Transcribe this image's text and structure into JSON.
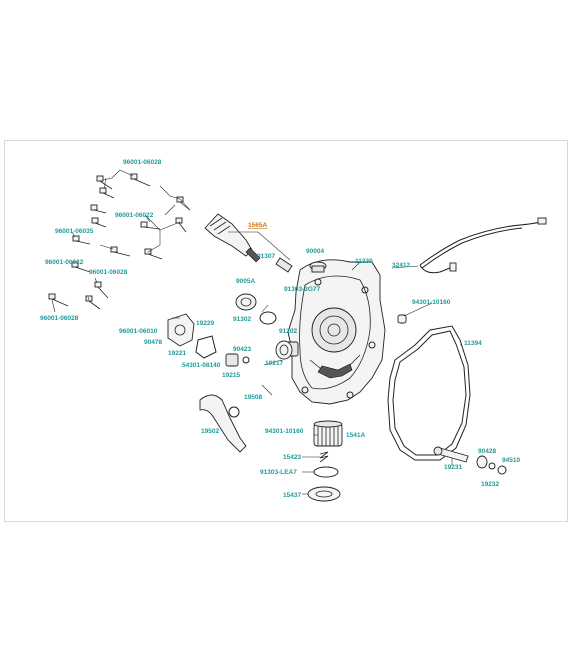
{
  "diagram": {
    "accent_color": "#1f9a9a",
    "highlight_color": "#c8781a",
    "parts": [
      {
        "id": "p1",
        "label": "96001-06028"
      },
      {
        "id": "p2",
        "label": "96001-06022"
      },
      {
        "id": "p3",
        "label": "96001-06035"
      },
      {
        "id": "p4",
        "label": "96001-06022"
      },
      {
        "id": "p5",
        "label": "96001-06028"
      },
      {
        "id": "p6",
        "label": "96001-06028"
      },
      {
        "id": "p7",
        "label": "1565A"
      },
      {
        "id": "p8",
        "label": "91307"
      },
      {
        "id": "p9",
        "label": "90004"
      },
      {
        "id": "p10",
        "label": "91303-3G77"
      },
      {
        "id": "p11",
        "label": "11330"
      },
      {
        "id": "p12",
        "label": "32412"
      },
      {
        "id": "p13",
        "label": "9005A"
      },
      {
        "id": "p14",
        "label": "91302"
      },
      {
        "id": "p15",
        "label": "94301-10160"
      },
      {
        "id": "p16",
        "label": "96001-06010"
      },
      {
        "id": "p17",
        "label": "90478"
      },
      {
        "id": "p18",
        "label": "19229"
      },
      {
        "id": "p19",
        "label": "19221"
      },
      {
        "id": "p20",
        "label": "91202"
      },
      {
        "id": "p21",
        "label": "11394"
      },
      {
        "id": "p22",
        "label": "90423"
      },
      {
        "id": "p23",
        "label": "54301-08140"
      },
      {
        "id": "p24",
        "label": "19215"
      },
      {
        "id": "p25",
        "label": "19217"
      },
      {
        "id": "p26",
        "label": "19508"
      },
      {
        "id": "p27",
        "label": "19502"
      },
      {
        "id": "p28",
        "label": "94301-10160"
      },
      {
        "id": "p29",
        "label": "1541A"
      },
      {
        "id": "p30",
        "label": "15423"
      },
      {
        "id": "p31",
        "label": "91303-LEA7"
      },
      {
        "id": "p32",
        "label": "15437"
      },
      {
        "id": "p33",
        "label": "90428"
      },
      {
        "id": "p34",
        "label": "94510"
      },
      {
        "id": "p35",
        "label": "19231"
      },
      {
        "id": "p36",
        "label": "19232"
      }
    ]
  }
}
